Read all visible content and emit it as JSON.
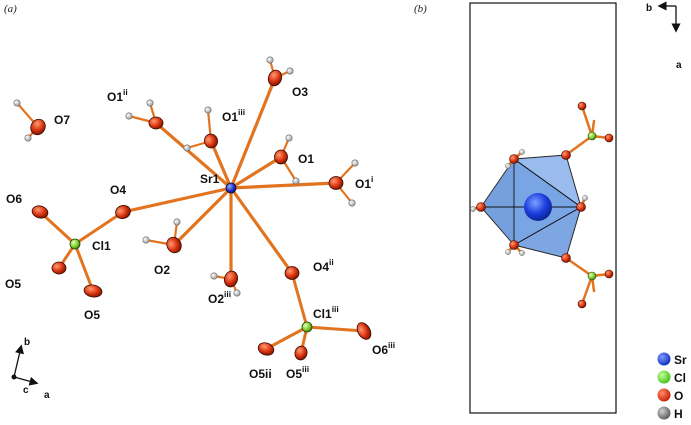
{
  "panels": {
    "a": "(a)",
    "b": "(b)"
  },
  "atoms_a": {
    "sr1": "Sr1",
    "o1_ii": {
      "base": "O1",
      "sup": "ii"
    },
    "o1_iii": {
      "base": "O1",
      "sup": "iii"
    },
    "o3": "O3",
    "o1": "O1",
    "o1_i": {
      "base": "O1",
      "sup": "i"
    },
    "o7": "O7",
    "o6": "O6",
    "o4": "O4",
    "cl1": "Cl1",
    "o5_a": "O5",
    "o5_b": "O5",
    "o2": "O2",
    "o2_iii": {
      "base": "O2",
      "sup": "iii"
    },
    "o4_ii": {
      "base": "O4",
      "sup": "ii"
    },
    "cl1_iii": {
      "base": "Cl1",
      "sup": "iii"
    },
    "o5ii": "O5ii",
    "o5_iii": {
      "base": "O5",
      "sup": "iii"
    },
    "o6_iii": {
      "base": "O6",
      "sup": "iii"
    }
  },
  "axes_a": {
    "b": "b",
    "c": "c",
    "a": "a"
  },
  "axes_b": {
    "b": "b",
    "a": "a"
  },
  "legend": [
    {
      "label": "Sr",
      "color": "#1a3fd6"
    },
    {
      "label": "Cl",
      "color": "#5fd92a"
    },
    {
      "label": "O",
      "color": "#e02f10"
    },
    {
      "label": "H",
      "color": "#8a8a8a"
    }
  ],
  "colors": {
    "bond": "#e2741f",
    "oxygen": "#e3431b",
    "chlorine": "#8fd63a",
    "strontium": "#2b3bd0",
    "hydrogen": "#e6e6e6",
    "polyhedron": "#6f9fe0"
  }
}
